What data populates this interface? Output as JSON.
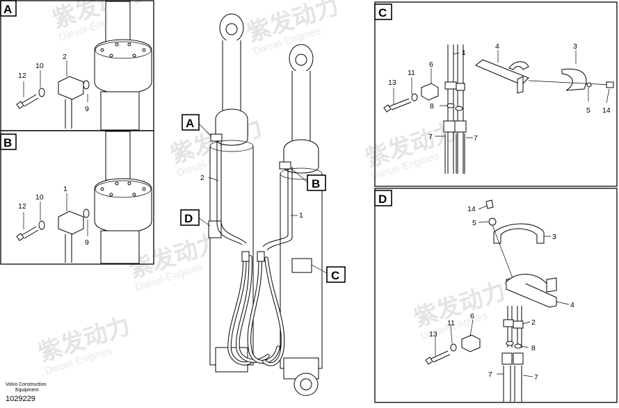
{
  "panels": {
    "a": {
      "tag": "A",
      "parts": [
        "12",
        "10",
        "2",
        "9"
      ]
    },
    "b": {
      "tag": "B",
      "parts": [
        "12",
        "10",
        "1",
        "9"
      ]
    },
    "c": {
      "tag": "C",
      "parts": [
        "1",
        "4",
        "3",
        "13",
        "11",
        "6",
        "8",
        "7",
        "7",
        "5",
        "14"
      ]
    },
    "d": {
      "tag": "D",
      "parts": [
        "14",
        "5",
        "3",
        "4",
        "2",
        "13",
        "11",
        "6",
        "8",
        "7",
        "7"
      ]
    }
  },
  "main": {
    "tags": [
      "A",
      "B",
      "C",
      "D"
    ],
    "parts": [
      "2",
      "1"
    ]
  },
  "watermark": {
    "cn": "紫发动力",
    "en": "Diesel-Engines"
  },
  "footer": {
    "brand_line1": "Volvo Construction",
    "brand_line2": "Equipment",
    "drawing_number": "1029229"
  }
}
